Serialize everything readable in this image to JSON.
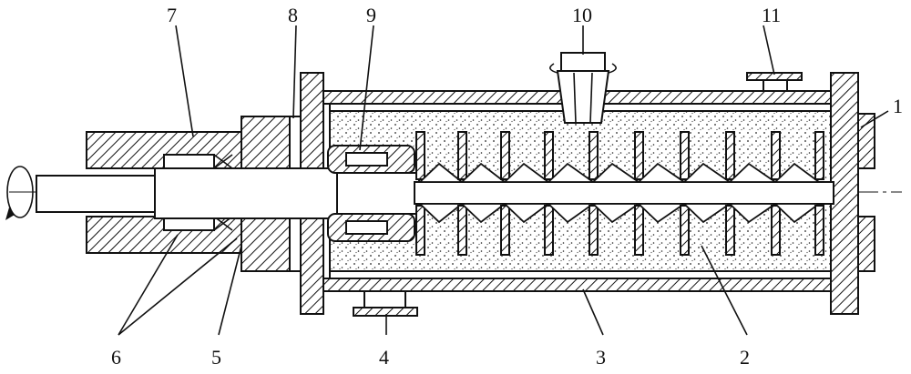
{
  "diagram": {
    "labels": {
      "l1": "1",
      "l2": "2",
      "l3": "3",
      "l4": "4",
      "l5": "5",
      "l6": "6",
      "l7": "7",
      "l8": "8",
      "l9": "9",
      "l10": "10",
      "l11": "11"
    },
    "colors": {
      "ink": "#111111",
      "background": "#ffffff"
    }
  }
}
